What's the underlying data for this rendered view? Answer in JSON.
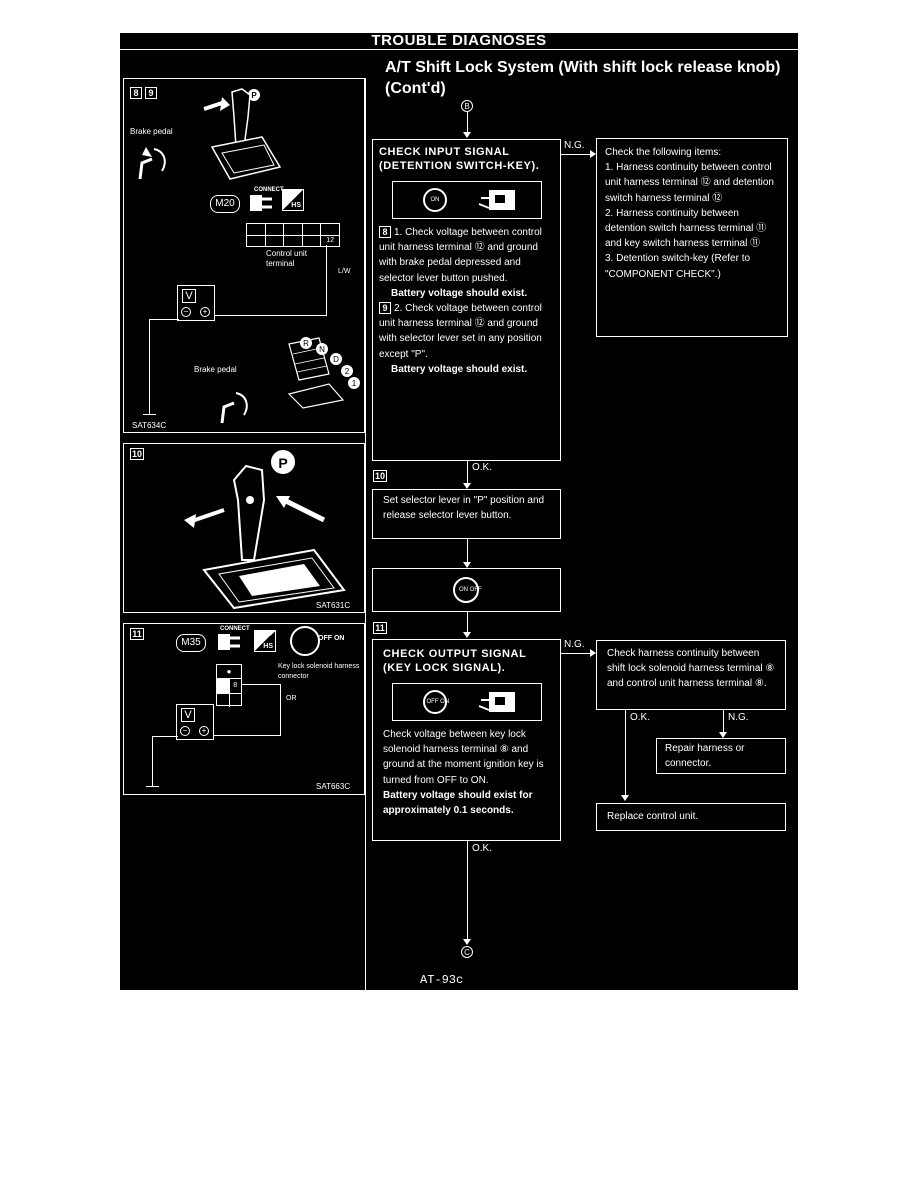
{
  "header": "TROUBLE DIAGNOSES",
  "title": "A/T Shift Lock System (With shift lock release knob) (Cont'd)",
  "entry_marker": "B",
  "exit_marker": "C",
  "page_number": "AT-93c",
  "panel1": {
    "tags": [
      "8",
      "9"
    ],
    "p_marker": "P",
    "brake_pedal_top": "Brake pedal",
    "connect_label": "CONNECT",
    "connector": "M20",
    "hs_label": "HS",
    "terminal_number": "12",
    "control_unit_label": "Control unit terminal",
    "wire_color": "L/W",
    "meter_label": "V",
    "brake_pedal_bottom": "Brake pedal",
    "gear_letters": [
      "R",
      "N",
      "D",
      "2",
      "1"
    ],
    "code": "SAT634C"
  },
  "panel2": {
    "tag": "10",
    "p_marker": "P",
    "code": "SAT631C"
  },
  "panel3": {
    "tag": "11",
    "connect_label": "CONNECT",
    "connector": "M35",
    "hs_label": "HS",
    "key_label": "OFF ON",
    "terminal_number": "8",
    "solenoid_label": "Key lock solenoid harness connector",
    "wire_color": "OR",
    "meter_label": "V",
    "code": "SAT663C"
  },
  "flow": {
    "check_input": {
      "title": "CHECK INPUT SIGNAL (DETENTION SWITCH-KEY).",
      "icon_key": "ON",
      "step1_tag": "8",
      "step1": "1. Check voltage between control unit harness terminal ⑫ and ground with brake pedal depressed and selector lever button pushed.",
      "step1_result": "Battery voltage should exist.",
      "step2_tag": "9",
      "step2": "2. Check voltage between control unit harness terminal ⑫ and ground with selector lever set in any position except \"P\".",
      "step2_result": "Battery voltage should exist."
    },
    "ng1_label": "N.G.",
    "ng1_box": {
      "title": "Check the following items:",
      "item1": "1. Harness continuity between control unit harness terminal ⑫ and detention switch harness terminal ⑫",
      "item2": "2. Harness continuity between detention switch harness terminal ⑪ and key switch harness terminal ⑪",
      "item3": "3. Detention switch-key (Refer to \"COMPONENT CHECK\".)"
    },
    "ok1_label": "O.K.",
    "step10_tag": "10",
    "selector_box": "Set selector lever in \"P\" position and release selector lever button.",
    "key_off_icon": "ON OFF",
    "step11_tag": "11",
    "check_output": {
      "title": "CHECK OUTPUT SIGNAL (KEY LOCK SIGNAL).",
      "icon_key": "OFF ON",
      "text": "Check voltage between key lock solenoid harness terminal ⑧ and ground at the moment ignition key is turned from OFF to ON.",
      "result": "Battery voltage should exist for approximately 0.1 seconds."
    },
    "ng2_label": "N.G.",
    "ng2_box": "Check harness continuity between shift lock solenoid harness terminal ⑧ and control unit harness terminal ⑧.",
    "ok2_label": "O.K.",
    "ng3_label": "N.G.",
    "repair_box": "Repair harness or connector.",
    "replace_box": "Replace control unit.",
    "ok3_label": "O.K."
  }
}
